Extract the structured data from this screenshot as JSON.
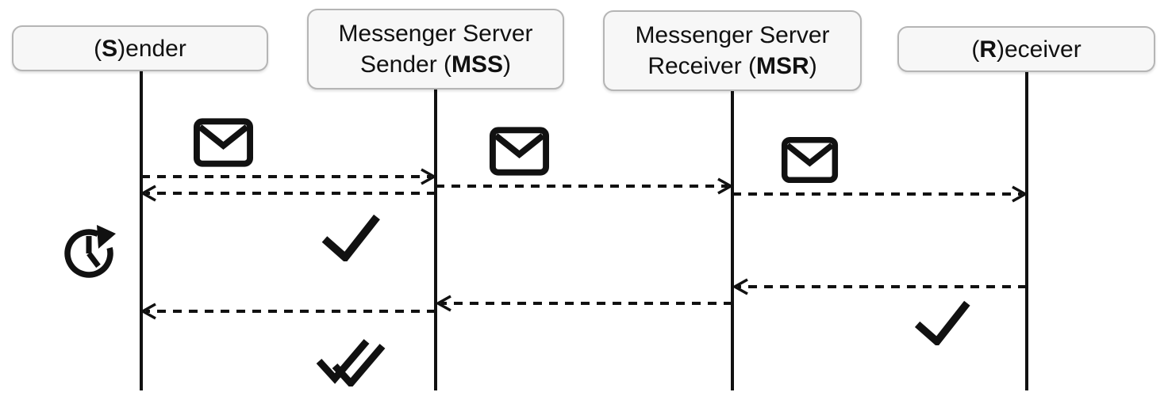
{
  "diagram_type": "sequence-diagram",
  "actors": [
    {
      "id": "sender",
      "line1": "",
      "prefix": "(",
      "bold": "S",
      "suffix": ")ender"
    },
    {
      "id": "mss",
      "line1": "Messenger Server",
      "prefix": "Sender (",
      "bold": "MSS",
      "suffix": ")"
    },
    {
      "id": "msr",
      "line1": "Messenger Server",
      "prefix": "Receiver (",
      "bold": "MSR",
      "suffix": ")"
    },
    {
      "id": "receiver",
      "line1": "",
      "prefix": "(",
      "bold": "R",
      "suffix": ")eceiver"
    }
  ],
  "messages": [
    {
      "from": "sender",
      "to": "mss",
      "style": "dashed-arrow",
      "icon": "envelope-icon"
    },
    {
      "from": "mss",
      "to": "msr",
      "style": "dashed-arrow",
      "icon": "envelope-icon"
    },
    {
      "from": "msr",
      "to": "receiver",
      "style": "dashed-arrow",
      "icon": "envelope-icon"
    },
    {
      "from": "mss",
      "to": "sender",
      "style": "dashed-arrow",
      "icon": "single-check-icon"
    },
    {
      "from": "receiver",
      "to": "msr",
      "style": "dashed-arrow",
      "icon": "single-check-icon"
    },
    {
      "from": "msr",
      "to": "mss",
      "style": "dashed-arrow"
    },
    {
      "from": "mss",
      "to": "sender",
      "style": "dashed-arrow",
      "icon": "double-check-icon"
    }
  ],
  "icons": {
    "envelope": "envelope-icon",
    "pending_clock": "clock-pending-icon",
    "single_check": "single-check-icon",
    "double_check": "double-check-icon"
  },
  "colors": {
    "stroke": "#111111",
    "text": "#111111",
    "actor_box_fill": "#f7f7f7",
    "actor_box_border": "#b5b5b5",
    "background": "#ffffff"
  }
}
